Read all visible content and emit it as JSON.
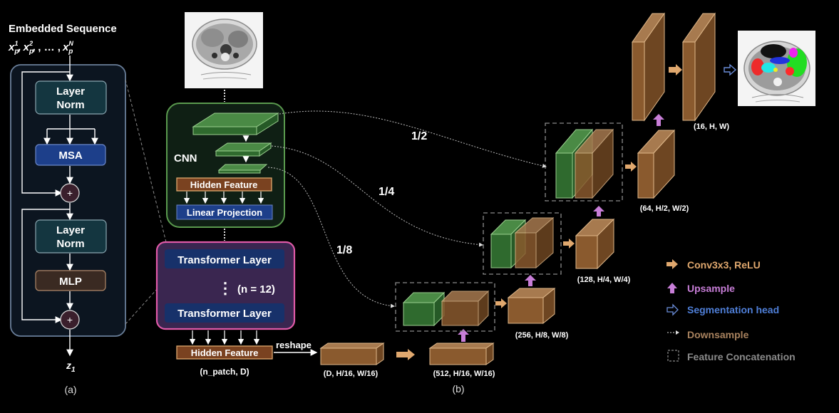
{
  "panel_a": {
    "title": "Embedded Sequence",
    "input_sym": "x",
    "sub_p": "p",
    "sup_1": "1",
    "sup_2": "2",
    "sup_N": "N",
    "sep1": ",",
    "sep2": ",",
    "ellipsis": ", … ,",
    "layer_norm_1": [
      "Layer",
      "Norm"
    ],
    "msa": "MSA",
    "layer_norm_2": [
      "Layer",
      "Norm"
    ],
    "mlp": "MLP",
    "plus": "+",
    "output_sym": "z",
    "output_sub": "1",
    "caption": "(a)"
  },
  "panel_b": {
    "cnn": "CNN",
    "hidden_feature_top": "Hidden Feature",
    "linear_projection": "Linear Projection",
    "transformer_layer_1": "Transformer Layer",
    "transformer_layer_2": "Transformer Layer",
    "vdots": "⋮",
    "repeat": "(n = 12)",
    "hidden_feature_bottom": "Hidden Feature",
    "hidden_shape": "(n_patch, D)",
    "reshape": "reshape",
    "scale_1_2": "1/2",
    "scale_1_4": "1/4",
    "scale_1_8": "1/8",
    "shape_d": "(D, H/16, W/16)",
    "shape_512": "(512, H/16, W/16)",
    "shape_256": "(256, H/8, W/8)",
    "shape_128": "(128, H/4, W/4)",
    "shape_64": "(64, H/2, W/2)",
    "shape_16": "(16, H, W)",
    "caption": "(b)"
  },
  "legend": [
    {
      "label": "Conv3x3, ReLU",
      "icon": "orange-arrow-icon",
      "color": "#e0a86e"
    },
    {
      "label": "Upsample",
      "icon": "purple-up-arrow-icon",
      "color": "#c87ed8"
    },
    {
      "label": "Segmentation head",
      "icon": "blue-outline-arrow-icon",
      "color": "#4f7fd8"
    },
    {
      "label": "Downsample",
      "icon": "dotted-arrow-icon",
      "color": "#a8825e"
    },
    {
      "label": "Feature Concatenation",
      "icon": "dashed-box-icon",
      "color": "#8a8a8a"
    }
  ],
  "colors": {
    "background": "#000000",
    "panel_border": "#6a7f9a",
    "block_fill": "#143640",
    "msa_fill": "#1d3f8a",
    "cnn_border": "#5a9a4e",
    "transformer_border": "#e05aa8",
    "transformer_fill": "#3a2650",
    "cnn_feature": "#3d7a3a",
    "decoder_feature": "#8a5a2e",
    "text": "#ffffff"
  }
}
